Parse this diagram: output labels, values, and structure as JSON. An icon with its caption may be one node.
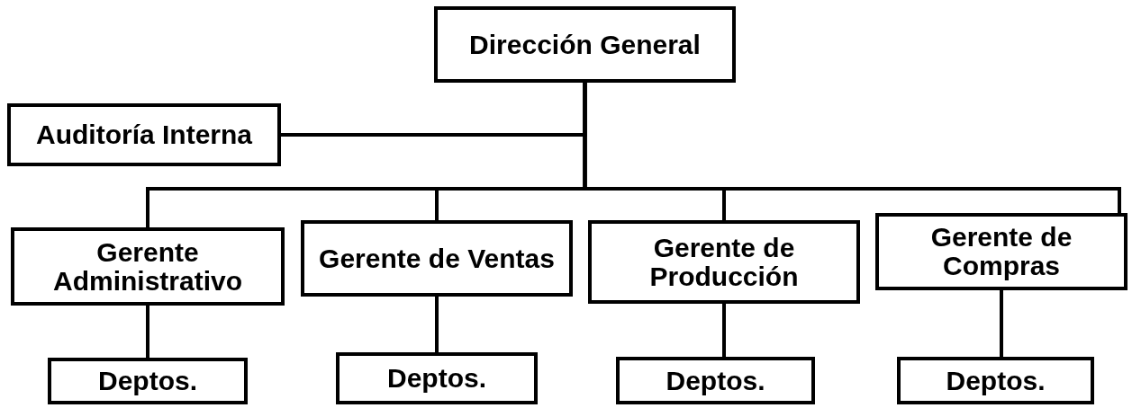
{
  "diagram": {
    "nodes": [
      {
        "text": [
          "Dirección General"
        ]
      },
      {
        "text": [
          "Auditoría Interna"
        ]
      },
      {
        "text": [
          "Gerente Administrativo"
        ]
      },
      {
        "text": [
          "Gerente de Ventas"
        ]
      },
      {
        "text": [
          "Gerente de Producción"
        ]
      },
      {
        "text": [
          "Gerente de Compras"
        ]
      },
      {
        "text": [
          "Deptos."
        ]
      },
      {
        "text": [
          "Deptos."
        ]
      },
      {
        "text": [
          "Deptos."
        ]
      },
      {
        "text": [
          "Deptos."
        ]
      }
    ],
    "edges": [
      {
        "from": 0,
        "to": 1,
        "arrow": "none"
      },
      {
        "from": 0,
        "to": 2,
        "arrow": "none"
      },
      {
        "from": 0,
        "to": 3,
        "arrow": "none"
      },
      {
        "from": 0,
        "to": 4,
        "arrow": "none"
      },
      {
        "from": 0,
        "to": 5,
        "arrow": "none"
      },
      {
        "from": 2,
        "to": 6,
        "arrow": "none"
      },
      {
        "from": 3,
        "to": 7,
        "arrow": "none"
      },
      {
        "from": 4,
        "to": 8,
        "arrow": "none"
      },
      {
        "from": 5,
        "to": 9,
        "arrow": "none"
      }
    ]
  }
}
